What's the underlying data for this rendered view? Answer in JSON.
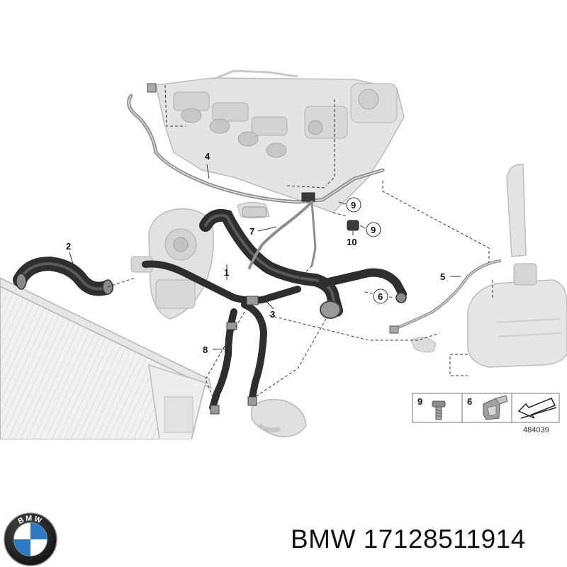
{
  "callouts": [
    {
      "id": "c1",
      "label": "1"
    },
    {
      "id": "c2",
      "label": "2"
    },
    {
      "id": "c3",
      "label": "3"
    },
    {
      "id": "c4",
      "label": "4"
    },
    {
      "id": "c5",
      "label": "5"
    },
    {
      "id": "c6",
      "label": "6"
    },
    {
      "id": "c7",
      "label": "7"
    },
    {
      "id": "c8",
      "label": "8"
    },
    {
      "id": "c9a",
      "label": "9"
    },
    {
      "id": "c9b",
      "label": "9"
    },
    {
      "id": "c10",
      "label": "10"
    }
  ],
  "legend": {
    "items": [
      {
        "label": "9",
        "icon": "bolt-icon"
      },
      {
        "label": "6",
        "icon": "clip-icon"
      },
      {
        "label": "",
        "icon": "grease-arrow-icon"
      }
    ],
    "drawing_number": "484039"
  },
  "brand": {
    "logo_letters": "BMW",
    "logo_colors": {
      "blue": "#2c7ac4",
      "ring": "#1b1b1b",
      "white": "#ffffff"
    }
  },
  "product": {
    "title": "BMW 17128511914"
  }
}
